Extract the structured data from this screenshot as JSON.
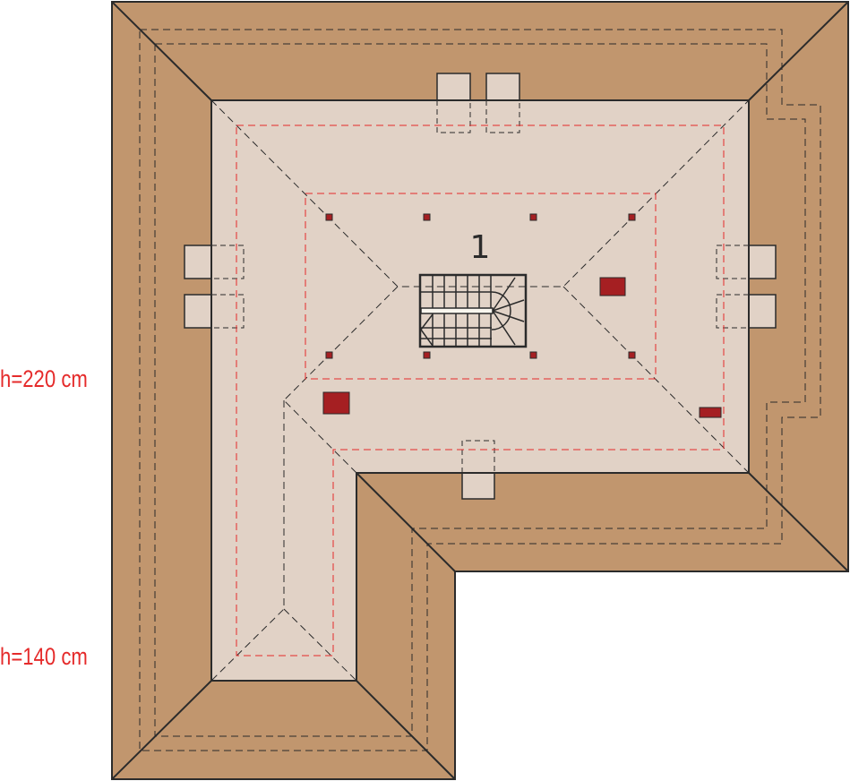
{
  "plan": {
    "room_number": "1",
    "height_labels": [
      "h=220 cm",
      "h=140 cm"
    ]
  },
  "colors": {
    "roof": "#c1966e",
    "floor": "#e1d2c6",
    "outline": "#2b2b2b",
    "red_dashed": "#e52b2b",
    "chimney": "#a51f22"
  }
}
